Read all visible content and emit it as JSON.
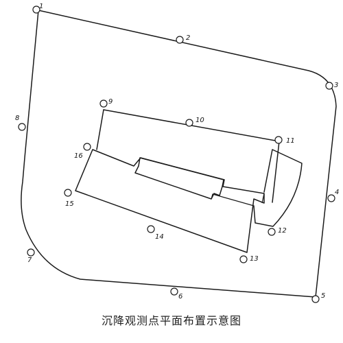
{
  "caption": "沉降观测点平面布置示意图",
  "points": [
    {
      "id": "1"
    },
    {
      "id": "2"
    },
    {
      "id": "3"
    },
    {
      "id": "4"
    },
    {
      "id": "5"
    },
    {
      "id": "6"
    },
    {
      "id": "7"
    },
    {
      "id": "8"
    },
    {
      "id": "9"
    },
    {
      "id": "10"
    },
    {
      "id": "11"
    },
    {
      "id": "12"
    },
    {
      "id": "13"
    },
    {
      "id": "14"
    },
    {
      "id": "15"
    },
    {
      "id": "16"
    }
  ]
}
